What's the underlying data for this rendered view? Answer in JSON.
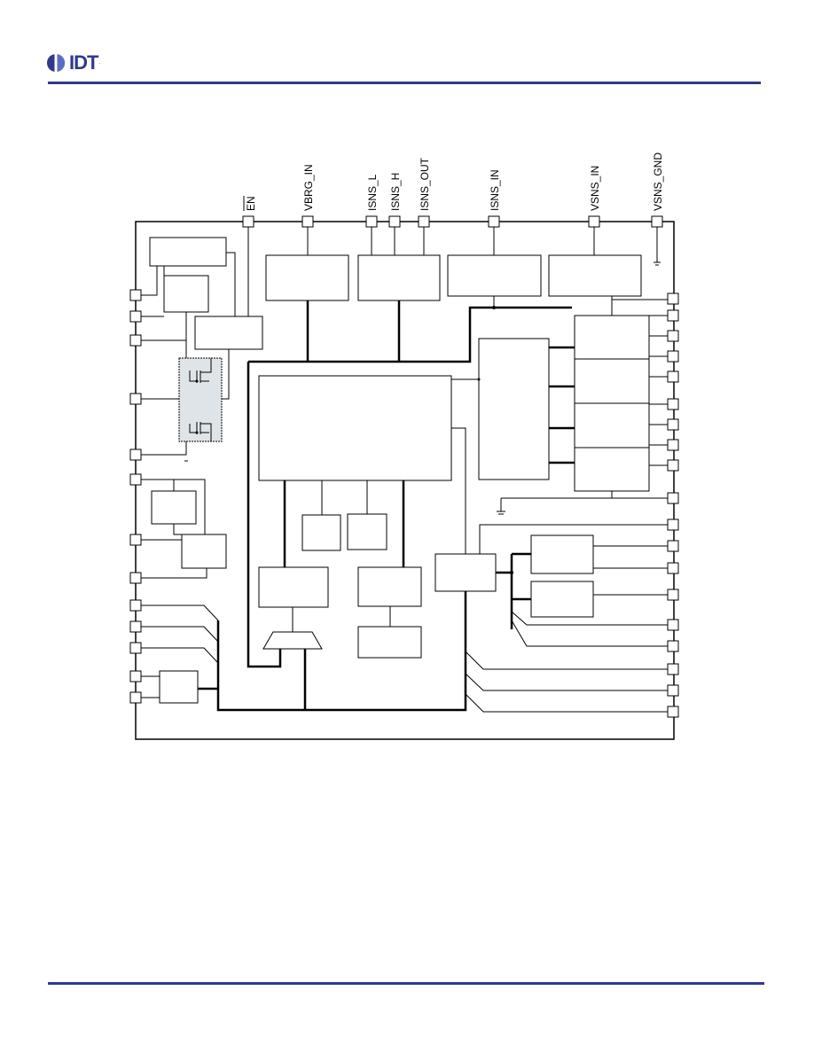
{
  "logo": {
    "text": "IDT",
    "tm": ".",
    "brand_color": "#2e3a8c"
  },
  "diagram": {
    "pin_labels": {
      "en": "EN",
      "vbrg_in": "VBRG_IN",
      "isns_l": "ISNS_L",
      "isns_h": "ISNS_H",
      "isns_out": "ISNS_OUT",
      "isns_in": "ISNS_IN",
      "vsns_in": "VSNS_IN",
      "vsns_gnd": "VSNS_GND"
    },
    "line_color": "#000000",
    "mosfet_fill": "#dfe4e8"
  }
}
